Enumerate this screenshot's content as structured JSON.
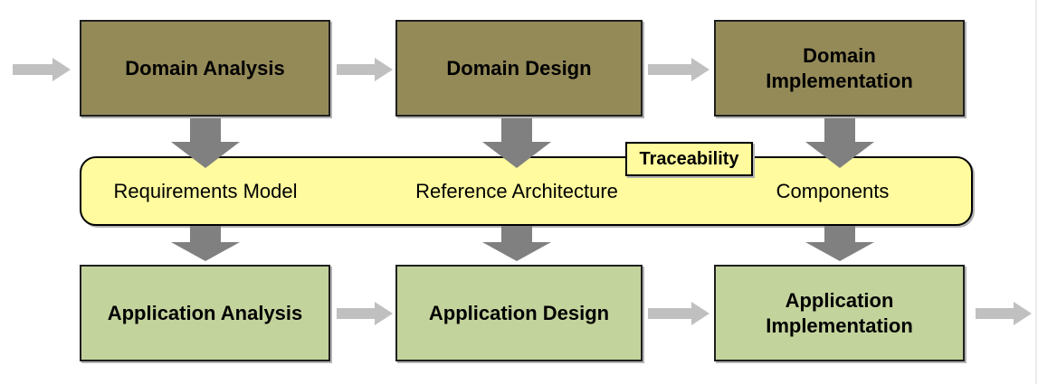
{
  "colors": {
    "domain_box": "#948a58",
    "application_box": "#c3d39c",
    "band": "#fffb9e",
    "arrow_dark": "#808080",
    "arrow_light": "#c0c0c0"
  },
  "top_row": {
    "boxes": [
      {
        "label": "Domain Analysis"
      },
      {
        "label": "Domain Design"
      },
      {
        "label": "Domain Implementation"
      }
    ]
  },
  "band": {
    "labels": [
      "Requirements Model",
      "Reference Architecture",
      "Components"
    ],
    "tag_label": "Traceability"
  },
  "bottom_row": {
    "boxes": [
      {
        "label": "Application Analysis"
      },
      {
        "label": "Application Design"
      },
      {
        "label": "Application Implementation"
      }
    ]
  }
}
